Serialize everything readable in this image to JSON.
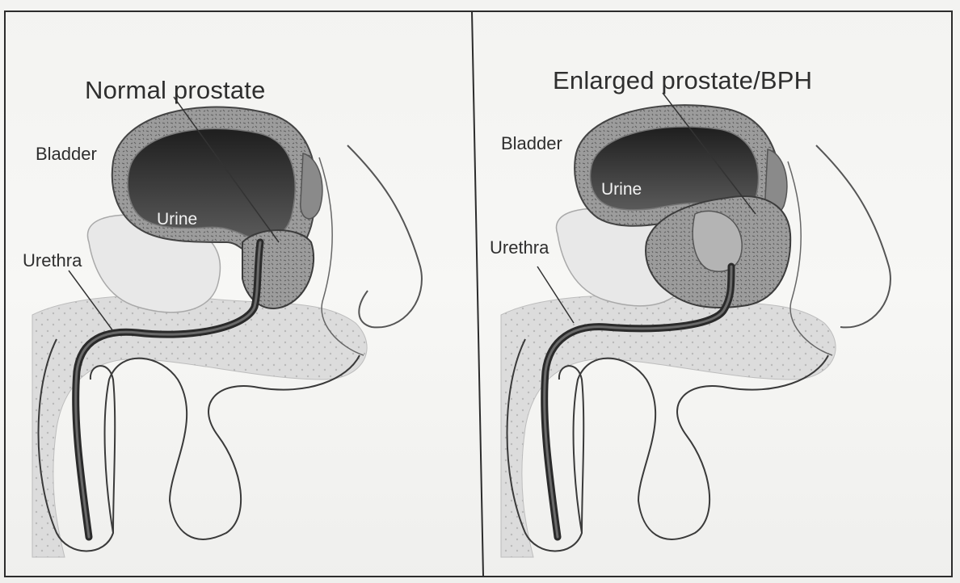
{
  "panels": [
    {
      "title": "Normal prostate",
      "labels": {
        "bladder": "Bladder",
        "urine": "Urine",
        "urethra": "Urethra"
      }
    },
    {
      "title": "Enlarged prostate/BPH",
      "labels": {
        "bladder": "Bladder",
        "urine": "Urine",
        "urethra": "Urethra"
      }
    }
  ],
  "colors": {
    "outline": "#3a3a3a",
    "bladder_wall": "#8e8e8e",
    "urine": "#3c3c3c",
    "prostate": "#9a9a9a",
    "tissue": "#d9d9d9",
    "background": "#f4f4f2"
  }
}
